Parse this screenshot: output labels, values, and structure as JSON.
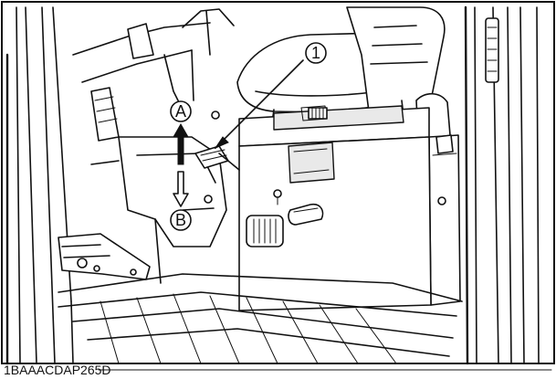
{
  "figure": {
    "callout_1": "1",
    "callout_a": "A",
    "callout_b": "B",
    "figure_id": "1BAAACDAP265D"
  }
}
